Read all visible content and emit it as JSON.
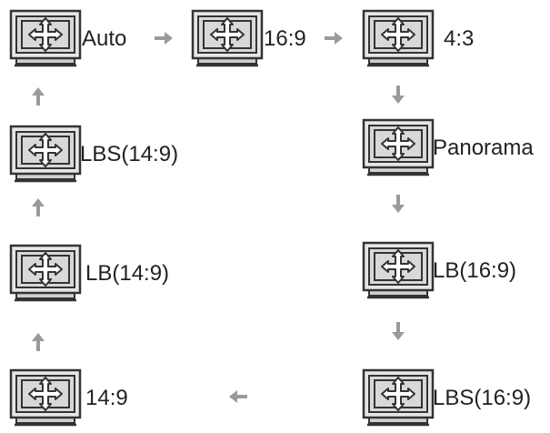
{
  "modes": [
    {
      "id": "auto",
      "label": "Auto"
    },
    {
      "id": "16-9",
      "label": "16:9"
    },
    {
      "id": "4-3",
      "label": "4:3"
    },
    {
      "id": "panorama",
      "label": "Panorama"
    },
    {
      "id": "lb-16-9",
      "label": "LB(16:9)"
    },
    {
      "id": "lbs-16-9",
      "label": "LBS(16:9)"
    },
    {
      "id": "14-9",
      "label": "14:9"
    },
    {
      "id": "lb-14-9",
      "label": "LB(14:9)"
    },
    {
      "id": "lbs-14-9",
      "label": "LBS(14:9)"
    }
  ],
  "icon": "tv-aspect-icon",
  "colors": {
    "screen_fill": "#d8d8d8",
    "arrow": "#9a9a9a",
    "frame": "#333333"
  }
}
